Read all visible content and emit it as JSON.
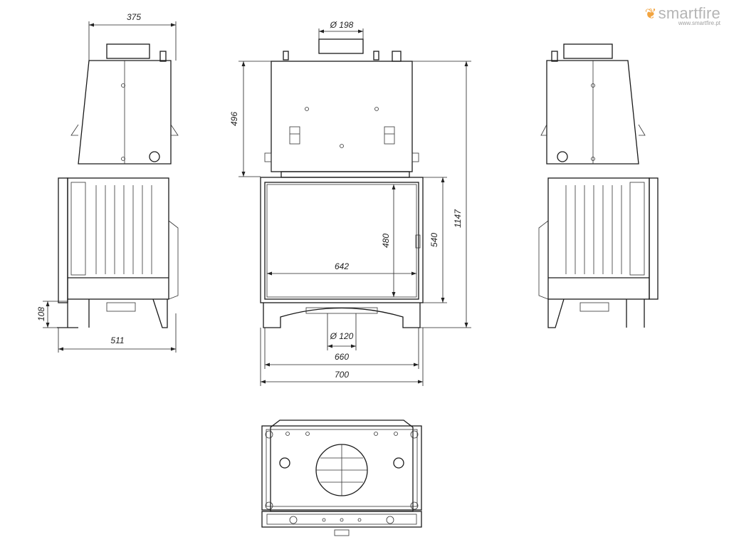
{
  "brand": {
    "name": "smartfire",
    "url": "www.smartfire.pt",
    "flame_color": "#f2a440",
    "text_color": "#b5b5b5"
  },
  "dimensions": {
    "side_top_width": "375",
    "side_base_width": "511",
    "side_leg_height": "108",
    "flue_diameter": "Ø 198",
    "hood_height": "496",
    "door_width": "642",
    "glass_height": "480",
    "door_height": "540",
    "total_height": "1147",
    "air_inlet_diameter": "Ø 120",
    "inner_width": "660",
    "total_width": "700"
  },
  "views": [
    "left-side-view",
    "front-view",
    "right-side-view",
    "top-view"
  ]
}
